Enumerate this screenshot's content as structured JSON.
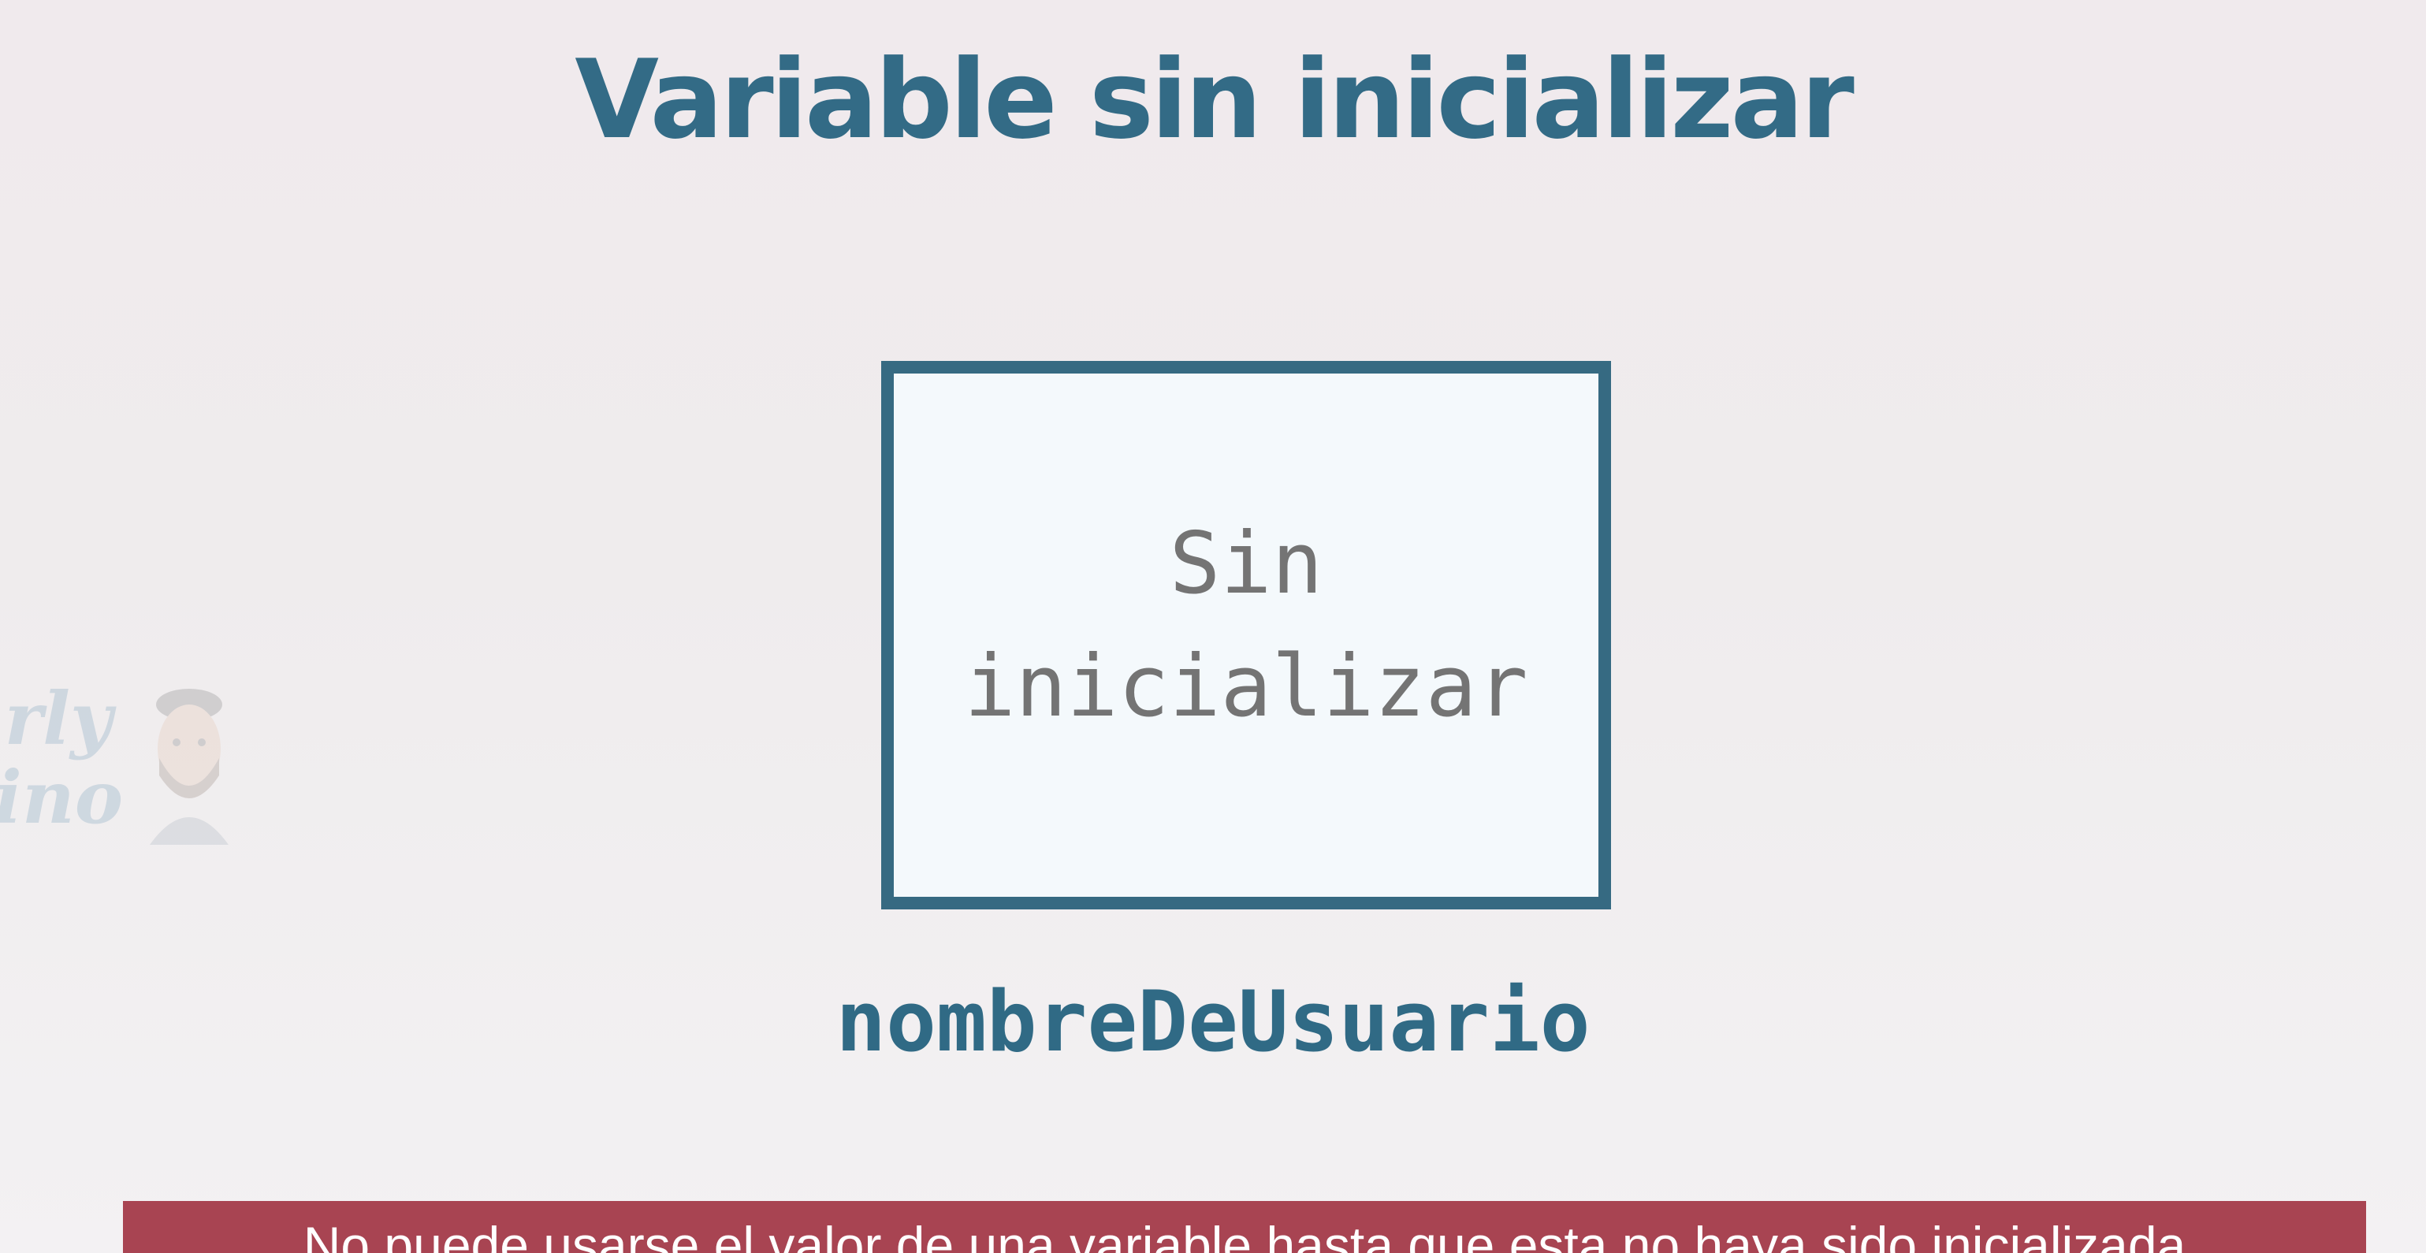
{
  "slide": {
    "title": "Variable sin inicializar",
    "box": {
      "line1": "Sin",
      "line2": "inicializar"
    },
    "variable_name": "nombreDeUsuario",
    "watermark": {
      "line1": "arly",
      "line2": "nino",
      "avatar": "presenter-face-icon"
    }
  },
  "caption": {
    "text": "No puede usarse el valor de una variable hasta que esta no haya sido inicializada"
  },
  "colors": {
    "title": "#336b86",
    "box_border": "#366a82",
    "box_fill": "#f4f9fc",
    "box_text": "#747474",
    "caption_background": "#a84452",
    "caption_text": "#ffffff"
  }
}
